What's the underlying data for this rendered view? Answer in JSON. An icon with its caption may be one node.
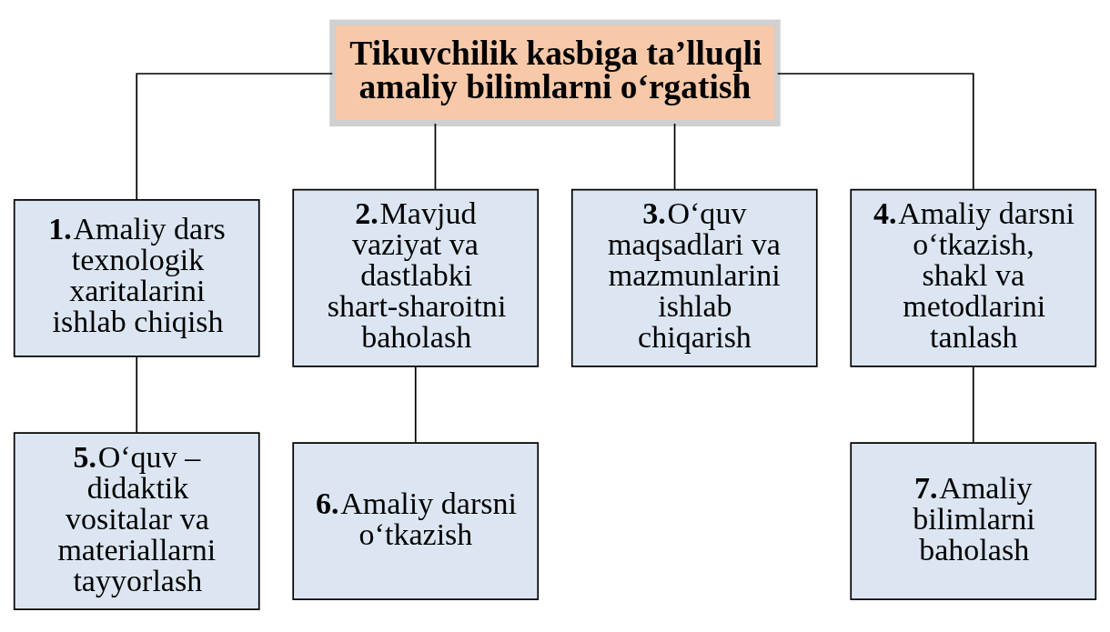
{
  "diagram": {
    "nodes": [
      {
        "text": [
          "Tikuvchilik kasbiga ta’lluqli amaliy bilimlarni o‘rgatish"
        ]
      },
      {
        "text": [
          "**1.**Amaliy dars texnologik xaritalarini ishlab chiqish"
        ]
      },
      {
        "text": [
          "**2.**Mavjud vaziyat va dastlabki shart-sharoitni baholash"
        ]
      },
      {
        "text": [
          "**3.**O‘quv maqsadlari va mazmunlarini ishlab chiqarish"
        ]
      },
      {
        "text": [
          "**4.**Amaliy darsni o‘tkazish, shakl va metodlarini tanlash"
        ]
      },
      {
        "text": [
          "**5.**O‘quv – didaktik vositalar va materiallarni tayyorlash"
        ]
      },
      {
        "text": [
          "**6.**Amaliy darsni o‘tkazish"
        ]
      },
      {
        "text": [
          "**7.**Amaliy bilimlarni baholash"
        ]
      }
    ],
    "edges": [
      {
        "from": 0,
        "to": 1,
        "arrow": "none"
      },
      {
        "from": 0,
        "to": 2,
        "arrow": "none"
      },
      {
        "from": 0,
        "to": 3,
        "arrow": "none"
      },
      {
        "from": 0,
        "to": 4,
        "arrow": "none"
      },
      {
        "from": 1,
        "to": 5,
        "arrow": "none"
      },
      {
        "from": 2,
        "to": 6,
        "arrow": "none"
      },
      {
        "from": 4,
        "to": 7,
        "arrow": "none"
      }
    ]
  }
}
